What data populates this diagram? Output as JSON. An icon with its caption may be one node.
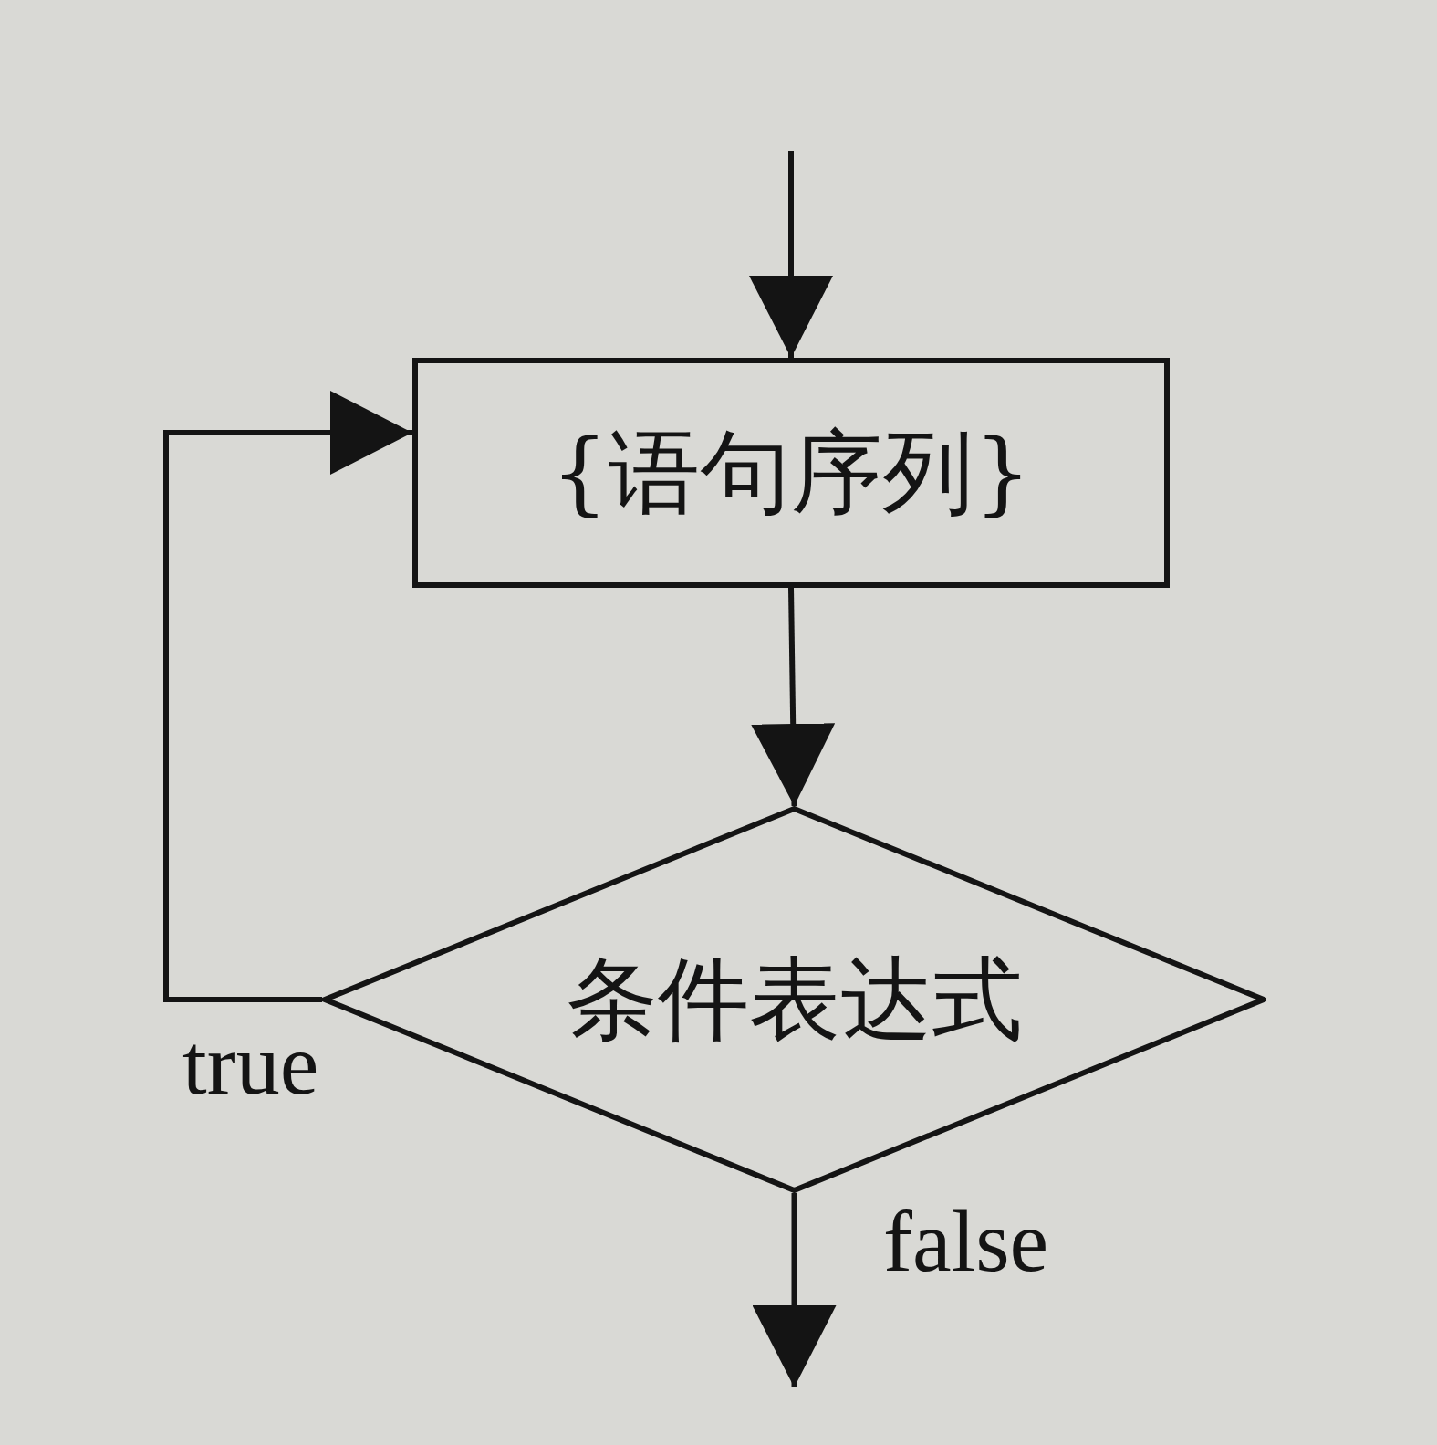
{
  "diagram": {
    "nodes": [
      {
        "text": [
          "{语句序列}"
        ]
      },
      {
        "text": [
          "条件表达式"
        ]
      }
    ],
    "edges": [
      {
        "from": null,
        "to": 0,
        "arrow": "to"
      },
      {
        "from": 0,
        "to": 1,
        "arrow": "to"
      },
      {
        "from": 1,
        "to": 0,
        "arrow": "to",
        "label": "true"
      },
      {
        "from": 1,
        "to": null,
        "arrow": "to",
        "label": "false"
      }
    ]
  }
}
